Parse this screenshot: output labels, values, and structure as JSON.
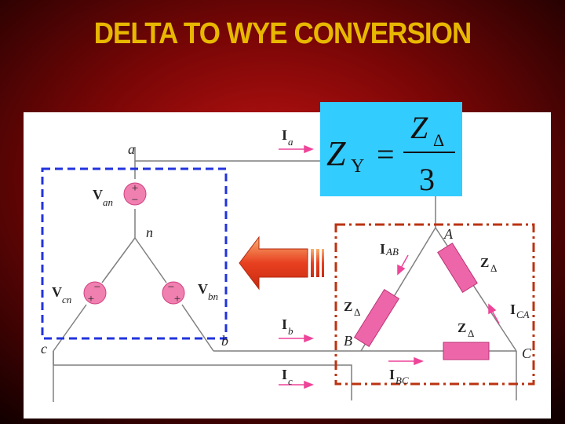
{
  "slide": {
    "title": "DELTA TO WYE CONVERSION"
  },
  "colors": {
    "title": "#e8b800",
    "panel": "#ffffff",
    "formula_box": "#33ccff",
    "wire": "#7f7f7f",
    "source": "#f080b0",
    "resistor": "#ee66aa",
    "current_arrow": "#ee4499",
    "wye_box": "#2233dd",
    "delta_box": "#bb3311",
    "big_arrow": "#e8442a"
  },
  "formula": {
    "lhs_main": "Z",
    "lhs_sub": "Y",
    "equals": "=",
    "num_main": "Z",
    "num_sub": "Δ",
    "den": "3"
  },
  "labels": {
    "node_a": "a",
    "node_b": "b",
    "node_c": "c",
    "node_n": "n",
    "node_A": "A",
    "node_B": "B",
    "node_C": "C",
    "I_a_main": "I",
    "I_a_sub": "a",
    "I_b_main": "I",
    "I_b_sub": "b",
    "I_c_main": "I",
    "I_c_sub": "c",
    "I_AB_main": "I",
    "I_AB_sub": "AB",
    "I_BC_main": "I",
    "I_BC_sub": "BC",
    "I_CA_main": "I",
    "I_CA_sub": "CA",
    "V_an_main": "V",
    "V_an_sub": "an",
    "V_bn_main": "V",
    "V_bn_sub": "bn",
    "V_cn_main": "V",
    "V_cn_sub": "cn",
    "Z_main": "Z",
    "Z_sub": "Δ",
    "plus": "+",
    "minus": "−"
  }
}
